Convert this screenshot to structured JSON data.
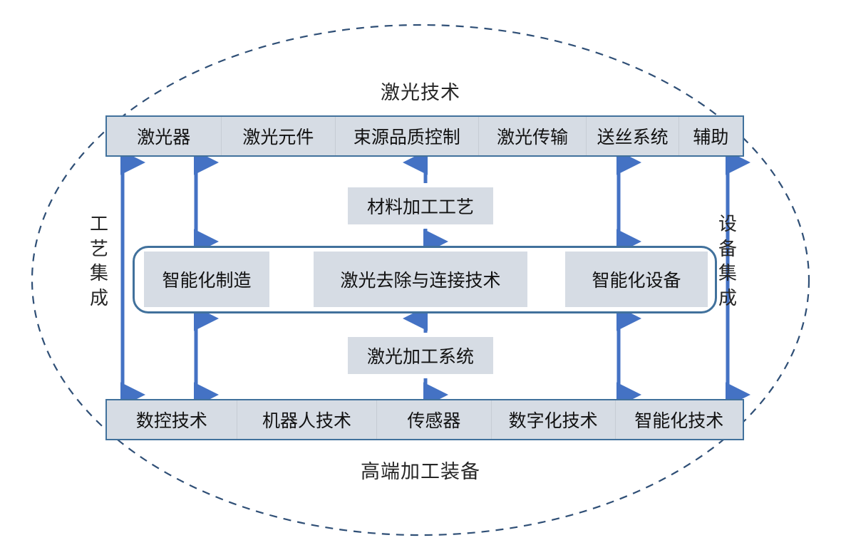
{
  "diagram": {
    "title_top": "激光技术",
    "title_bottom": "高端加工装备",
    "side_left_label": "工艺集成",
    "side_right_label": "设备集成",
    "top_bar_cells": [
      "激光器",
      "激光元件",
      "束源品质控制",
      "激光传输",
      "送丝系统",
      "辅助"
    ],
    "bottom_bar_cells": [
      "数控技术",
      "机器人技术",
      "传感器",
      "数字化技术",
      "智能化技术"
    ],
    "middle_top_box": "材料加工工艺",
    "middle_bottom_box": "激光加工系统",
    "core_boxes": [
      "智能化制造",
      "激光去除与连接技术",
      "智能化设备"
    ],
    "colors": {
      "box_fill": "#d6dce4",
      "box_border": "#41719c",
      "arrow": "#4472c4",
      "ellipse_dashed": "#2f4f76",
      "text": "#111111"
    }
  }
}
